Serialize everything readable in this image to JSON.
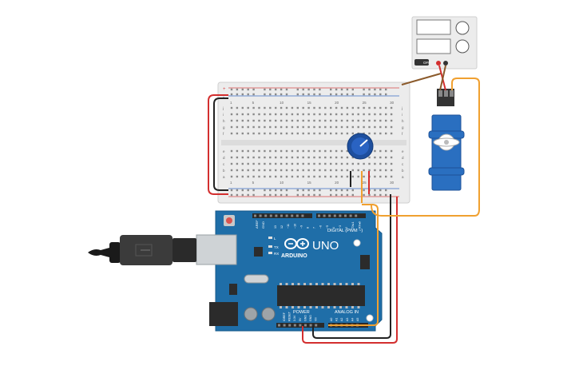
{
  "board": {
    "name": "UNO",
    "brand": "ARDUINO",
    "digital_header": "DIGITAL (PWM ~)",
    "power_header": "POWER",
    "analog_header": "ANALOG IN",
    "tx_label": "TX",
    "rx_label": "RX",
    "l_label": "L",
    "aref_label": "AREF",
    "gnd_label": "GND",
    "digital_pins": [
      "13",
      "12",
      "~11",
      "~10",
      "~9",
      "8",
      "7",
      "~6",
      "~5",
      "4",
      "~3",
      "2",
      "TX▸1",
      "RX◂0"
    ],
    "power_pins": [
      "IOREF",
      "RESET",
      "3.3V",
      "5V",
      "GND",
      "GND",
      "Vin"
    ],
    "analog_pins": [
      "A0",
      "A1",
      "A2",
      "A3",
      "A4",
      "A5"
    ]
  },
  "breadboard": {
    "columns": [
      "1",
      "5",
      "10",
      "15",
      "20",
      "25",
      "30"
    ],
    "rows_top": [
      "j",
      "i",
      "h",
      "g",
      "f"
    ],
    "rows_bottom": [
      "e",
      "d",
      "c",
      "b",
      "a"
    ],
    "rail_plus": "+",
    "rail_minus": "-"
  },
  "power_supply": {
    "button_label": "OFF"
  },
  "colors": {
    "board_blue": "#1f6ea8",
    "wire_red": "#d32f2f",
    "wire_black": "#222222",
    "wire_orange": "#f0a030",
    "wire_brown": "#8b5a2b",
    "servo_blue": "#2a6fc0",
    "pot_blue": "#1e4f9e"
  },
  "components": {
    "usb_cable": "usb-cable-icon",
    "potentiometer": "potentiometer-icon",
    "servo": "servo-motor-icon",
    "power_supply": "power-supply-icon",
    "dc_jack": "dc-jack-icon",
    "reset_button": "reset-button-icon",
    "crystal": "crystal-icon",
    "chip": "atmega-chip-icon"
  }
}
